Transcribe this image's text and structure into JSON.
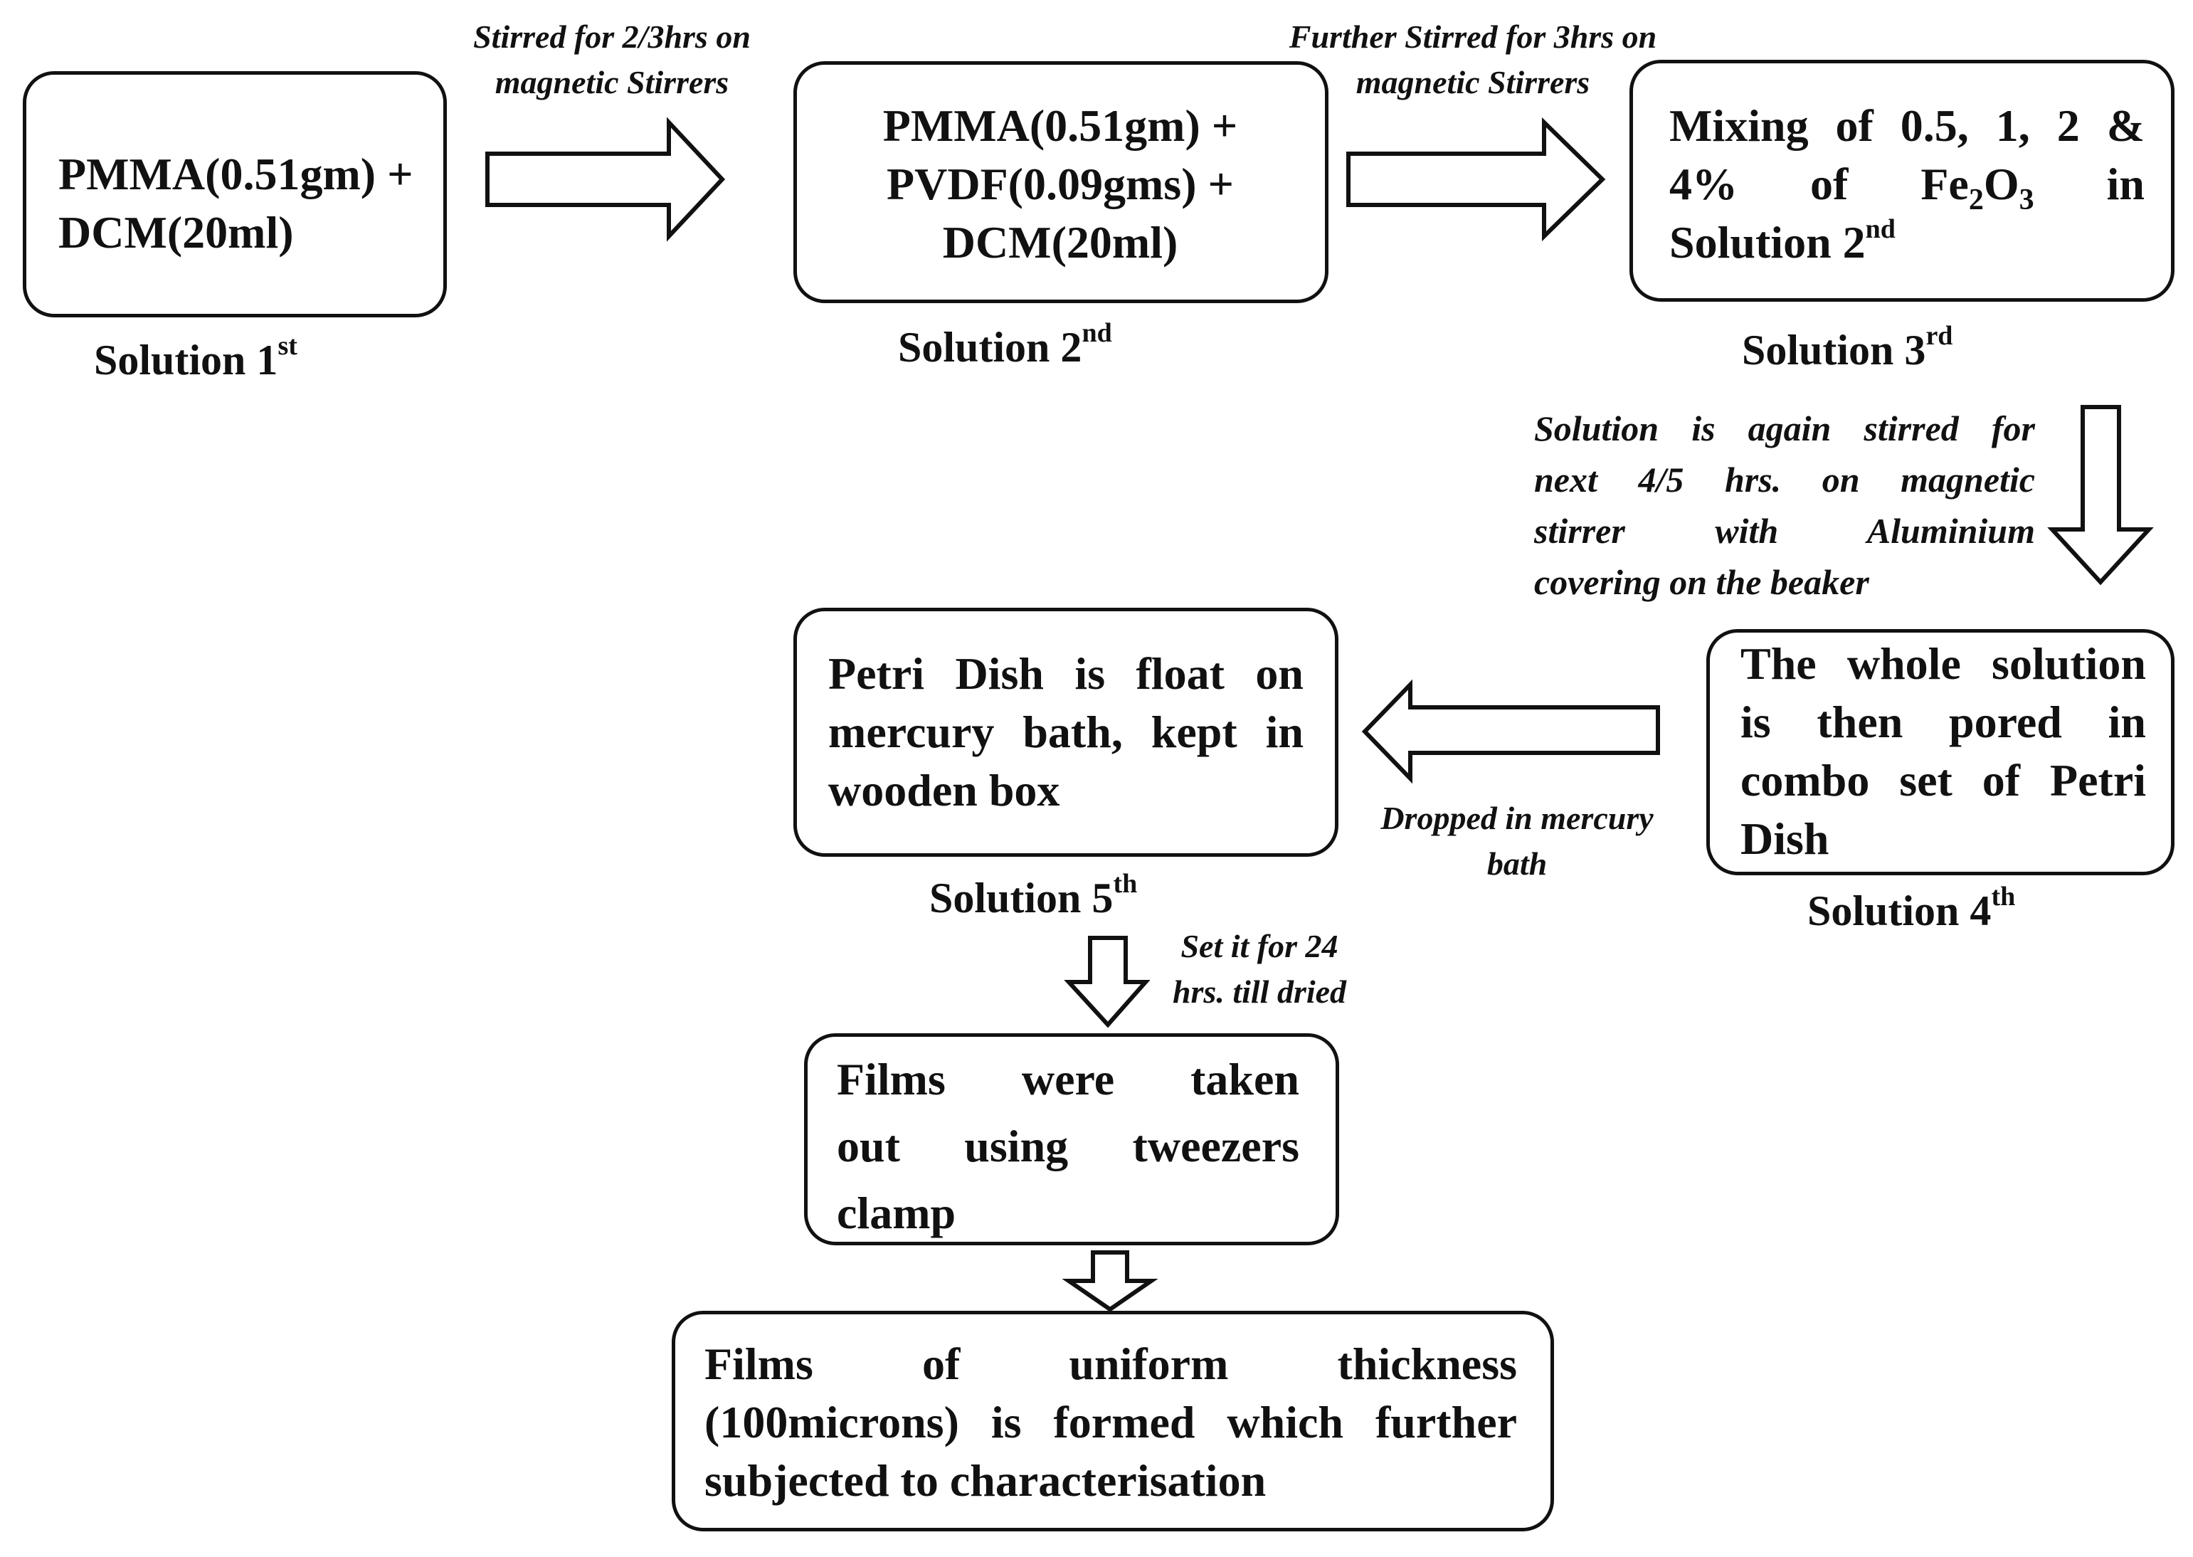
{
  "steps": {
    "s1": {
      "text": "PMMA(0.51gm) + DCM(20ml)",
      "caption": "Solution 1",
      "caption_sup": "st"
    },
    "s2": {
      "line1": "PMMA(0.51gm) +",
      "line2": "PVDF(0.09gms) +",
      "line3": "DCM(20ml)",
      "caption": "Solution 2",
      "caption_sup": "nd"
    },
    "s3": {
      "line1": "Mixing of 0.5, 1, 2 &",
      "line2_pre": "4% of Fe",
      "sub1": "2",
      "line2_mid": "O",
      "sub2": "3",
      "line2_post": " in",
      "line3": "Solution 2",
      "line3_sup": "nd",
      "caption": "Solution 3",
      "caption_sup": "rd"
    },
    "s4": {
      "line1": "The whole solution",
      "line2": "is then pored in",
      "line3": "combo set of Petri",
      "line4": "Dish",
      "caption": "Solution 4",
      "caption_sup": "th"
    },
    "s5": {
      "line1": "Petri Dish is float on",
      "line2": "mercury bath, kept in",
      "line3": "wooden box",
      "caption": "Solution 5",
      "caption_sup": "th"
    },
    "s6": {
      "line1": "Films were taken",
      "line2": "out using tweezers",
      "line3": "clamp"
    },
    "s7": {
      "line1": "Films of uniform thickness",
      "line2": "(100microns) is formed which further",
      "line3": "subjected to characterisation"
    }
  },
  "notes": {
    "n1": {
      "line1": "Stirred for 2/3hrs on",
      "line2": "magnetic Stirrers"
    },
    "n2": {
      "line1": "Further Stirred for 3hrs on",
      "line2": "magnetic Stirrers"
    },
    "n3": {
      "line1": "Solution is again stirred for",
      "line2": "next 4/5 hrs. on magnetic",
      "line3": "stirrer with Aluminium",
      "line4": "covering on the beaker"
    },
    "n4": {
      "line1": "Dropped in mercury",
      "line2": "bath"
    },
    "n5": {
      "line1": "Set it for 24",
      "line2": "hrs. till dried"
    }
  },
  "colors": {
    "stroke": "#111111",
    "fill": "#ffffff"
  }
}
